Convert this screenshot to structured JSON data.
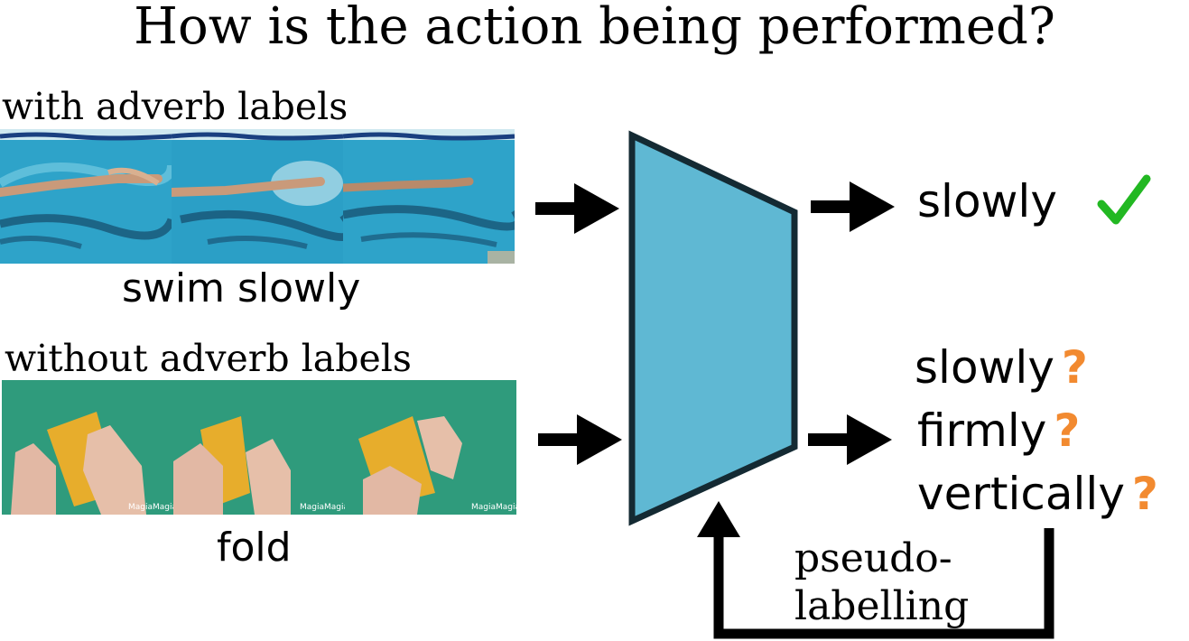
{
  "title": "How is the action being performed?",
  "labeled_section": {
    "header": "with adverb labels",
    "caption": "swim slowly",
    "output": "slowly"
  },
  "unlabeled_section": {
    "header": "without adverb labels",
    "caption": "fold",
    "outputs": [
      "slowly",
      "firmly",
      "vertically"
    ],
    "uncertain_mark": "?",
    "watermark": "MagiaMagia"
  },
  "feedback": {
    "line1": "pseudo-",
    "line2": "labelling"
  },
  "colors": {
    "model_fill": "#5fb8d3",
    "model_stroke": "#142a33",
    "check": "#22b822",
    "question": "#f28a30",
    "pool_water": "#2ea3c9",
    "table_green": "#2f9b7c",
    "paper": "#e7ad2c"
  },
  "icons": [
    "check-icon",
    "question-icon",
    "arrow-right-icon"
  ]
}
